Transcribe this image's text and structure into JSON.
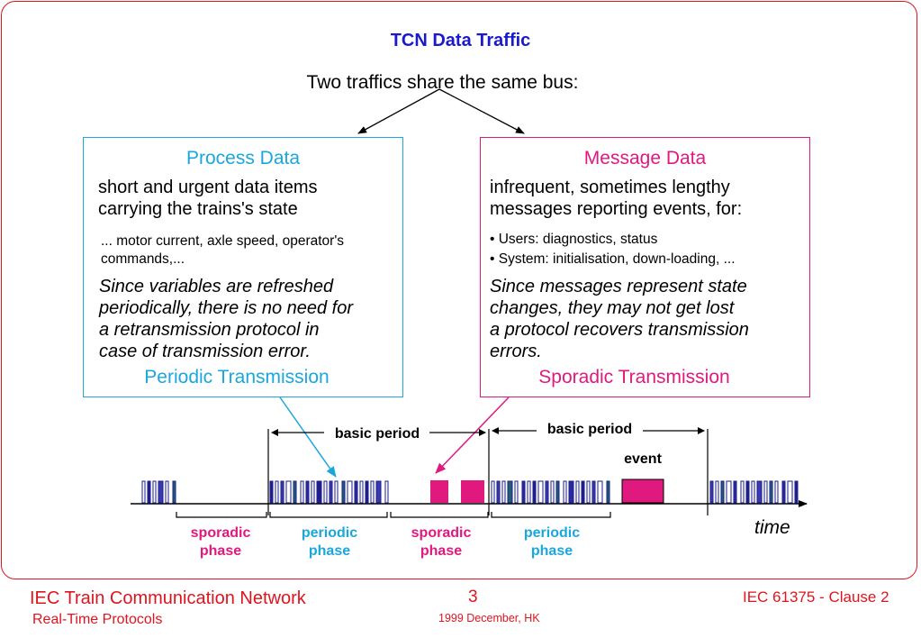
{
  "title": "TCN Data Traffic",
  "subtitle": "Two traffics share the same bus:",
  "process": {
    "heading": "Process Data",
    "line1": "short and urgent data items",
    "line2": "carrying the trains's state",
    "examples1": "... motor current, axle speed, operator's",
    "examples2": "commands,...",
    "italic1": "Since variables are refreshed",
    "italic2": "periodically, there is no need for",
    "italic3": "a retransmission protocol in",
    "italic4": "case of transmission error.",
    "transmission": "Periodic Transmission"
  },
  "message": {
    "heading": "Message Data",
    "line1": "infrequent, sometimes lengthy",
    "line2": "messages reporting events, for:",
    "bullet1": "• Users: diagnostics, status",
    "bullet2": "• System: initialisation, down-loading, ...",
    "italic1": "Since messages represent state",
    "italic2": "changes, they may not get lost",
    "italic3": "a  protocol recovers transmission",
    "italic4": "errors.",
    "transmission": "Sporadic Transmission"
  },
  "timeline": {
    "basic_period_1": "basic period",
    "basic_period_2": "basic period",
    "event": "event",
    "time": "time",
    "phases": [
      {
        "line1": "sporadic",
        "line2": "phase"
      },
      {
        "line1": "periodic",
        "line2": "phase"
      },
      {
        "line1": "sporadic",
        "line2": "phase"
      },
      {
        "line1": "periodic",
        "line2": "phase"
      }
    ]
  },
  "colors": {
    "process": "#1aa7dd",
    "message": "#e0197f",
    "footer": "#e0141e",
    "title": "#1a1acc"
  },
  "footer": {
    "left_title": "IEC Train Communication Network",
    "left_subtitle": "Real-Time Protocols",
    "page": "3",
    "date": "1999 December, HK",
    "right": "IEC 61375 - Clause 2"
  }
}
